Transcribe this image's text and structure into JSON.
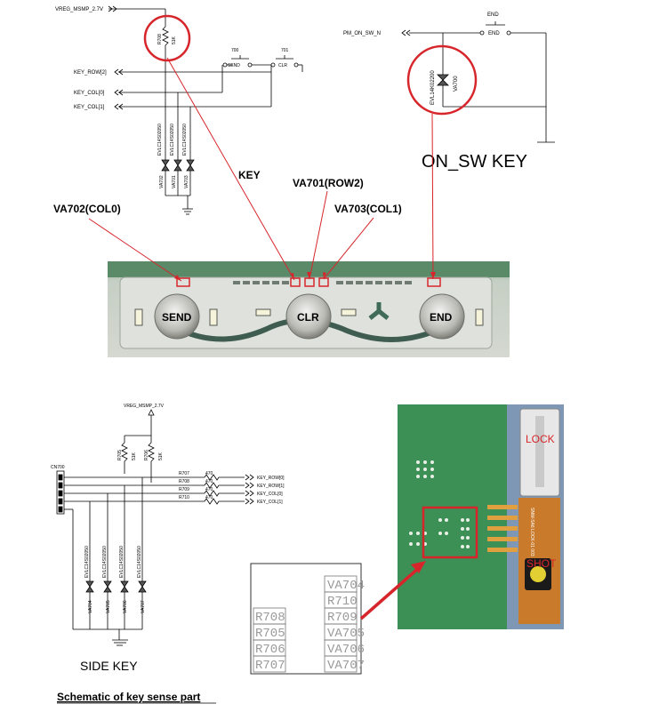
{
  "top_schematic": {
    "vreg": "VREG_MSMP_2.7V",
    "resistor": {
      "ref": "R708",
      "value": "51K"
    },
    "switch_send": {
      "ref": "700",
      "label": "SEND"
    },
    "switch_clr": {
      "ref": "701",
      "label": "CLR"
    },
    "nets": [
      "KEY_ROW[2]",
      "KEY_COL[0]",
      "KEY_COL[1]"
    ],
    "varistors": [
      {
        "part": "EVLC14S02050",
        "ref": "VA702"
      },
      {
        "part": "EVLC14S02050",
        "ref": "VA701"
      },
      {
        "part": "EVLC14S02050",
        "ref": "VA703"
      }
    ],
    "key_label": "KEY"
  },
  "on_sw": {
    "net": "PM_ON_SW_N",
    "switch_label": "END",
    "switch_pin": "END",
    "varistor_part": "EVL14K02200",
    "varistor_ref": "VA700",
    "title": "ON_SW KEY"
  },
  "callouts": {
    "va701": "VA701(ROW2)",
    "va702": "VA702(COL0)",
    "va703": "VA703(COL1)"
  },
  "keypad_photo": {
    "keys": [
      "SEND",
      "CLR",
      "END"
    ]
  },
  "side_schematic": {
    "vreg": "VREG_MSMP_2.7V",
    "connector": "CN700",
    "pullups": [
      {
        "ref": "R705",
        "value": "51K"
      },
      {
        "ref": "R706",
        "value": "51K"
      }
    ],
    "series": [
      {
        "ref": "R707",
        "value": "470",
        "net": "KEY_ROW[0]"
      },
      {
        "ref": "R708",
        "value": "470",
        "net": "KEY_ROW[1]"
      },
      {
        "ref": "R709",
        "value": "470",
        "net": "KEY_COL[0]"
      },
      {
        "ref": "R710",
        "value": "470",
        "net": "KEY_COL[1]"
      }
    ],
    "varistors": [
      {
        "part": "EVLC14S02050",
        "ref": "VA704"
      },
      {
        "part": "EVLC14S02050",
        "ref": "VA705"
      },
      {
        "part": "EVLC14S02050",
        "ref": "VA706"
      },
      {
        "part": "EVLC14S02050",
        "ref": "VA707"
      }
    ],
    "title": "SIDE KEY"
  },
  "layout_box": {
    "right_col": [
      "VA704",
      "R710",
      "R709",
      "VA705",
      "VA706",
      "VA707"
    ],
    "left_col": [
      "R708",
      "R705",
      "R706",
      "R707"
    ]
  },
  "side_photo": {
    "lock_label": "LOCK",
    "shot_label": "SHOT",
    "fpc_text": "SNW-SA6\nLOCK-01\n003"
  },
  "caption": "Schematic of key sense part",
  "colors": {
    "callout_red": "#d7262b",
    "pcb_green": "#3c8f55",
    "photo_blue": "#7d97b4"
  }
}
